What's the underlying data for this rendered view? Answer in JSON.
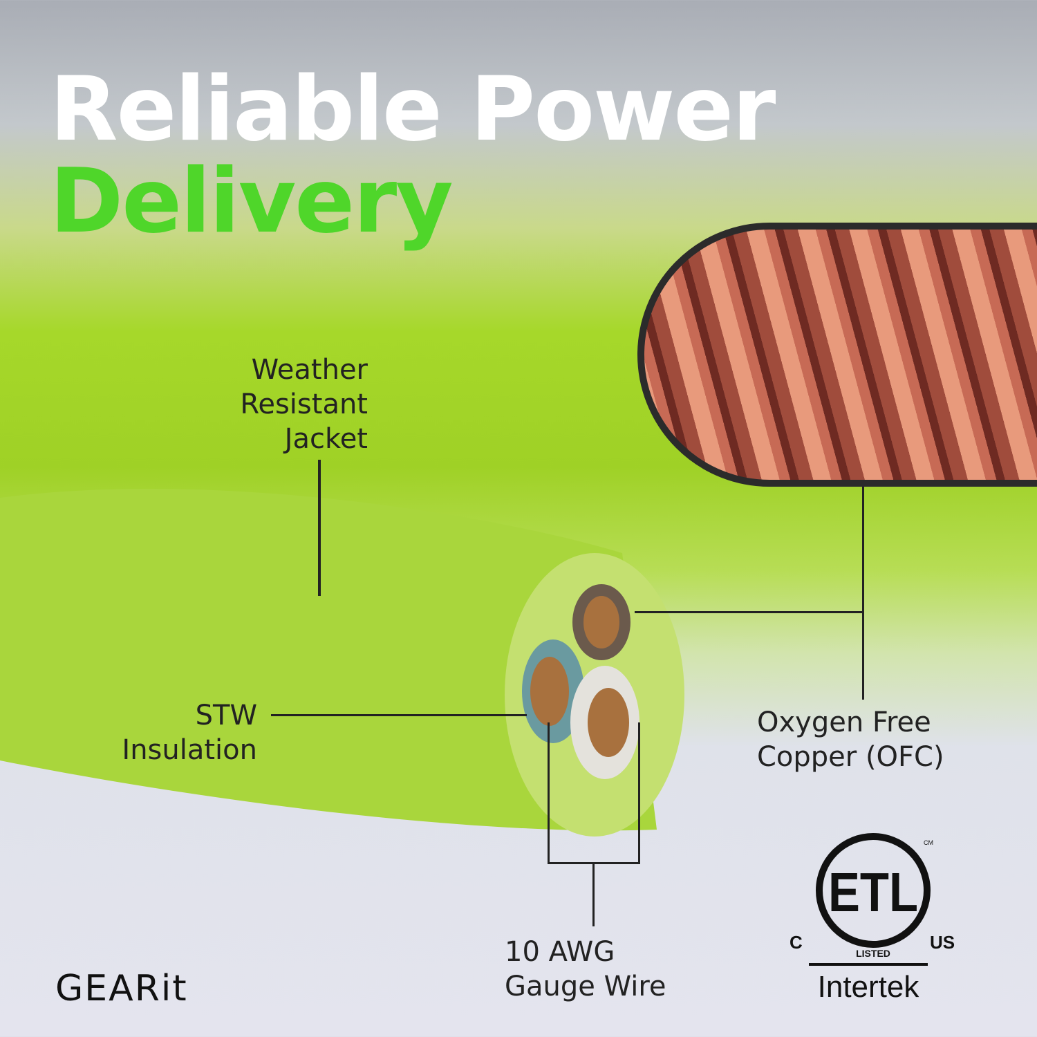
{
  "headline": {
    "line1": "Reliable Power",
    "line2": "Delivery"
  },
  "callouts": {
    "jacket": [
      "Weather",
      "Resistant",
      "Jacket"
    ],
    "insulation": [
      "STW",
      "Insulation"
    ],
    "gauge": [
      "10 AWG",
      "Gauge Wire"
    ],
    "copper": [
      "Oxygen Free",
      "Copper (OFC)"
    ]
  },
  "brand": {
    "logo": "GEARit"
  },
  "certification": {
    "mark": "ETL",
    "c": "C",
    "us": "US",
    "cm": "CM",
    "listed": "LISTED",
    "company": "Intertek"
  },
  "colors": {
    "headline_accent": "#4fd62a",
    "cable": "#a8d93a"
  }
}
